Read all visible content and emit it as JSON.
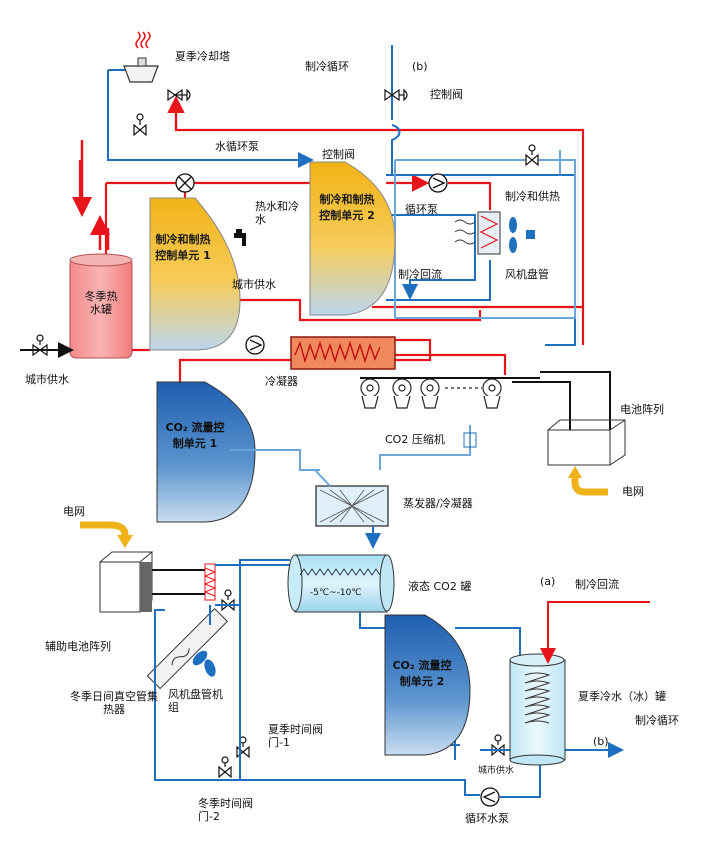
{
  "colors": {
    "hot_pipe": "#e8141b",
    "cold_pipe": "#1e6fc0",
    "light_pipe": "#6aa6d8",
    "unit_gold": "#f2b316",
    "unit_blue": "#1f66b5",
    "tank_pink": "#f59a9a",
    "condenser_red": "#e0352b",
    "electric_arrow": "#f0b21b"
  },
  "labels": {
    "cooling_tower": "夏季冷却塔",
    "refrigeration_cycle_top": "制冷循环",
    "b_top": "(b)",
    "control_valve_top": "控制阀",
    "water_pump": "水循环泵",
    "control_valve_mid": "控制阀",
    "circulation_pump": "循环泵",
    "cooling_heating_supply": "制冷和供热",
    "hot_cold_water": "热水和冷水",
    "city_water_mid": "城市供水",
    "cooling_return_mid": "制冷回流",
    "fan_coil": "风机盘管",
    "winter_tank": "冬季热水罐",
    "city_water_left": "城市供水",
    "condenser": "冷凝器",
    "battery_array": "电池阵列",
    "co2_compressor": "CO2 压缩机",
    "grid_right": "电网",
    "evaporator": "蒸发器/冷凝器",
    "grid_left": "电网",
    "aux_battery": "辅助电池阵列",
    "liquid_tank": "液态 CO2 罐",
    "tank_temp": "-5℃~-10℃",
    "a_label": "(a)",
    "cooling_return_right": "制冷回流",
    "winter_collector": "冬季日间真空管集热器",
    "fan_coil_unit": "风机盘管机组",
    "summer_valve1": "夏季时间阀门-1",
    "summer_ice_tank": "夏季冷水（冰）罐",
    "refrigeration_cycle_bottom": "制冷循环",
    "b_bottom": "(b)",
    "city_water_bottom": "城市供水",
    "winter_valve2": "冬季时间阀门-2",
    "circ_water_pump": "循环水泵"
  },
  "units": {
    "unit1": "制冷和制热控制单元 1",
    "unit2": "制冷和制热控制单元 2",
    "co2_unit1": "CO₂ 流量控制单元 1",
    "co2_unit2": "CO₂ 流量控制单元 2"
  }
}
